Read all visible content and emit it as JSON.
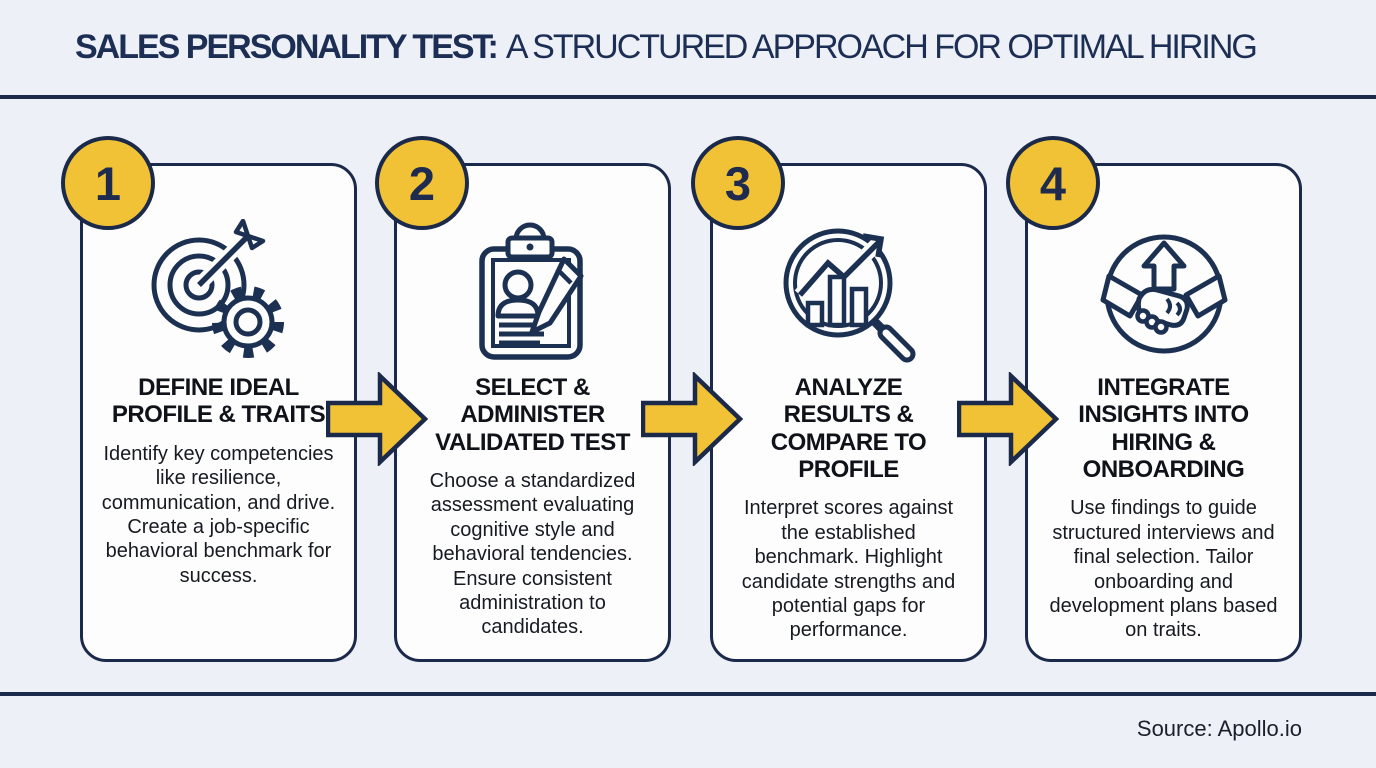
{
  "header": {
    "title_bold": "SALES PERSONALITY TEST:",
    "title_regular": "A STRUCTURED APPROACH FOR OPTIMAL HIRING"
  },
  "footer": {
    "source": "Source: Apollo.io"
  },
  "colors": {
    "background": "#edf0f6",
    "navy": "#1b2a4a",
    "icon_navy": "#1c3152",
    "arrow_yellow": "#f2c236",
    "badge_yellow": "#f2c236",
    "card_background": "#fdfdfe",
    "title_navy": "#1c2e54",
    "text_black": "#171a20"
  },
  "steps": [
    {
      "number": "1",
      "icon": "target-gear-icon",
      "title": "DEFINE IDEAL PROFILE & TRAITS",
      "title_lines": [
        "DEFINE IDEAL",
        "PROFILE & TRAITS"
      ],
      "description": "Identify key competencies like resilience, communication, and drive. Create a job-specific behavioral benchmark for success."
    },
    {
      "number": "2",
      "icon": "clipboard-candidate-pencil-icon",
      "title": "SELECT & ADMINISTER VALIDATED TEST",
      "title_lines": [
        "SELECT &",
        "ADMINISTER",
        "VALIDATED TEST"
      ],
      "description": "Choose a standardized assessment evaluating cognitive style and behavioral tendencies. Ensure consistent administration to candidates."
    },
    {
      "number": "3",
      "icon": "magnifier-bar-chart-icon",
      "title": "ANALYZE RESULTS & COMPARE TO PROFILE",
      "title_lines": [
        "ANALYZE",
        "RESULTS &",
        "COMPARE TO",
        "PROFILE"
      ],
      "description": "Interpret scores against the established benchmark. Highlight candidate strengths and potential gaps for performance."
    },
    {
      "number": "4",
      "icon": "handshake-growth-icon",
      "title": "INTEGRATE INSIGHTS INTO HIRING & ONBOARDING",
      "title_lines": [
        "INTEGRATE",
        "INSIGHTS INTO",
        "HIRING &",
        "ONBOARDING"
      ],
      "description": "Use findings to guide structured interviews and final selection. Tailor onboarding and development plans based on traits."
    }
  ]
}
